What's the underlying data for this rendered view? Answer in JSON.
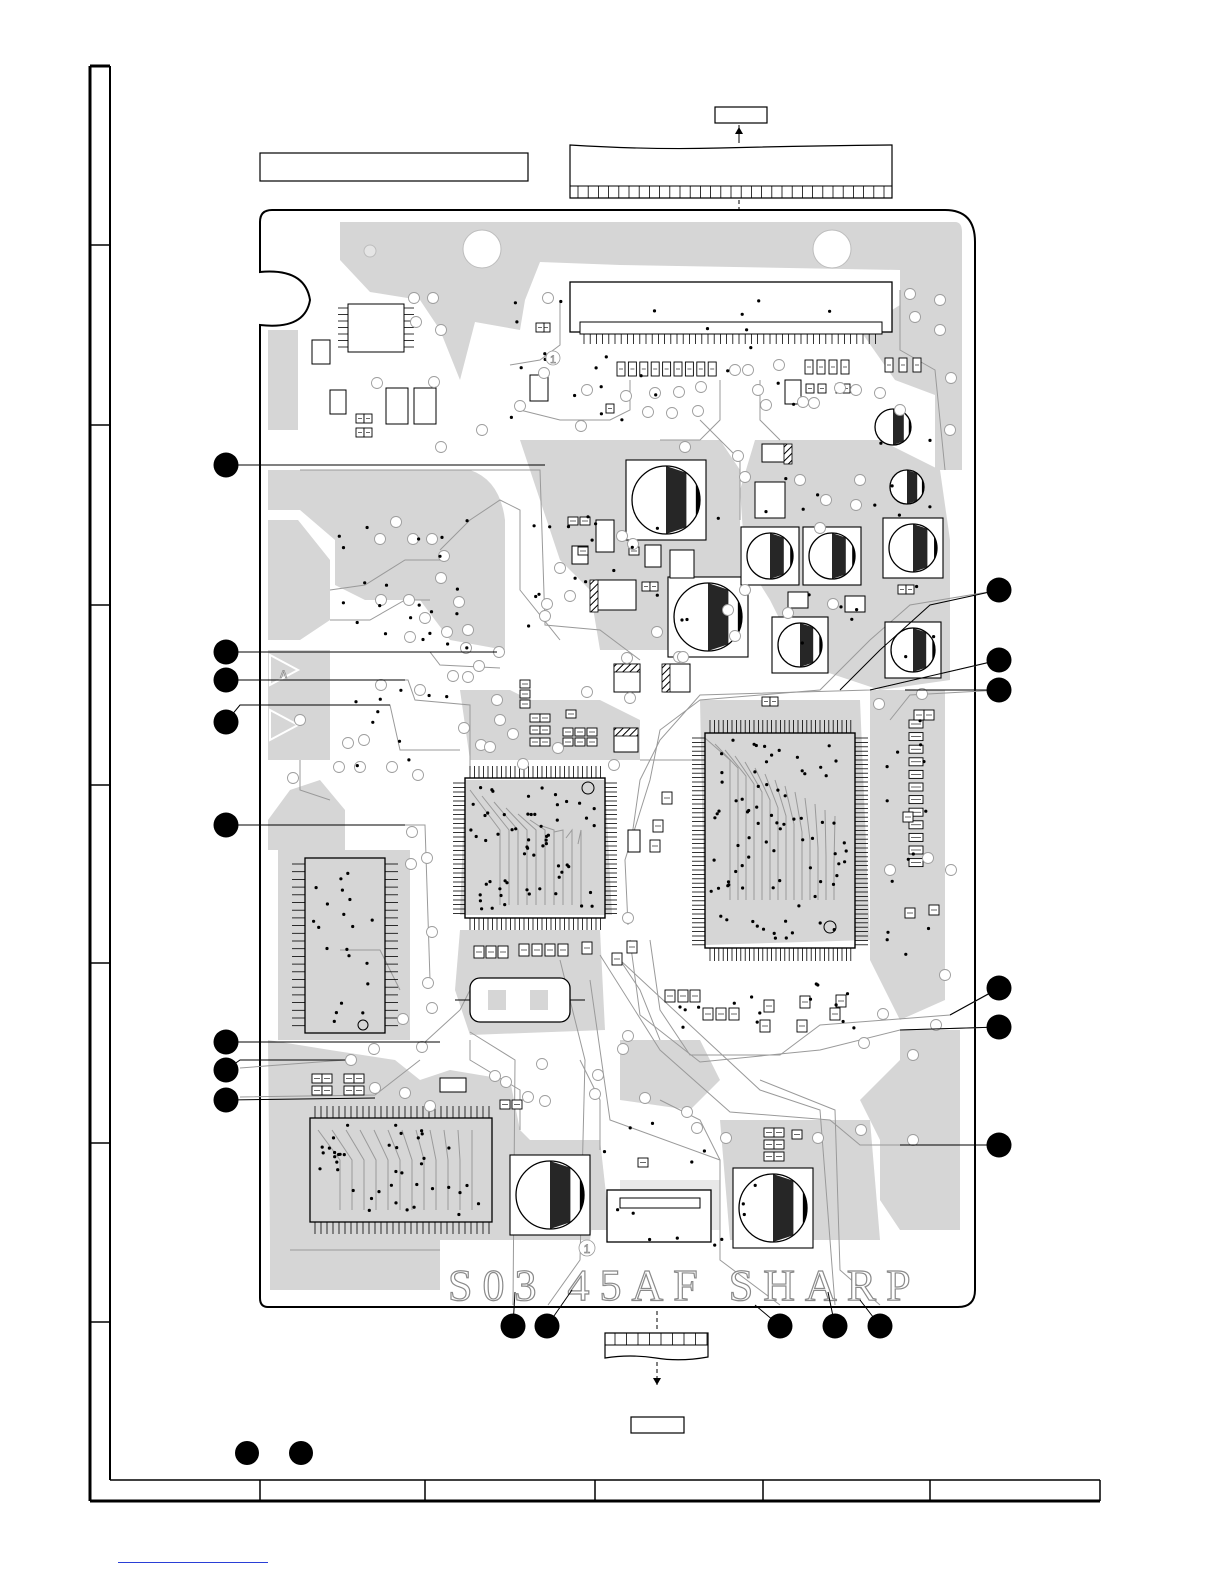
{
  "board": {
    "silkscreen_text": "S03 45AF SHARP",
    "circle_mark_top": "1",
    "circle_mark_bottom": "1"
  },
  "labels": {
    "title_box": "",
    "top_connector_box": "",
    "bottom_connector_box": ""
  },
  "grid": {
    "left_rows": [
      "",
      "",
      "",
      "",
      "",
      "",
      "",
      ""
    ],
    "bottom_columns": [
      "",
      "",
      "",
      "",
      "",
      ""
    ]
  },
  "colors": {
    "copper": "#d6d6d6",
    "ink": "#000000",
    "link": "#2a3fd6"
  },
  "link_text": ""
}
